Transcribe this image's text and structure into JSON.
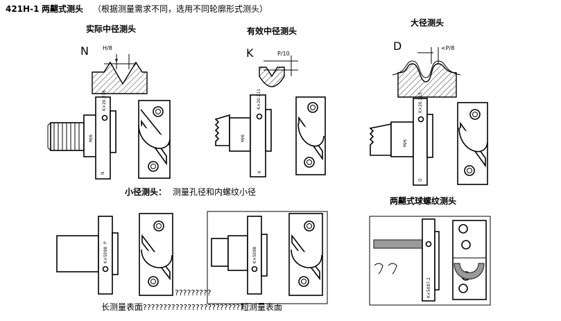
{
  "title": {
    "model": "421H-1",
    "name": "两齆式测头",
    "note": "（根据测量需求不同，选用不同轮廓形式测头）"
  },
  "sections": {
    "actual_pitch": "实际中径测头",
    "effective_pitch": "有效中径测头",
    "major": "大径测头",
    "minor_label": "小径测头：",
    "minor_desc": "测量孔径和内螺纹小径",
    "ball": "两齆式球螺纹测头"
  },
  "profiles": {
    "n_letter": "N",
    "n_dim": "H/8",
    "k_letter": "K",
    "k_dim": "P/10",
    "d_letter": "D",
    "d_dim": "<P/8"
  },
  "part_marks": {
    "n_code": "K×20.216",
    "k_code": "K×20.211",
    "d_code": "K×20.215",
    "minor_code": "K×5098",
    "minor_code2": "K×5098",
    "ball_code": "K×5097.2",
    "thread": "M/6",
    "n_letter": "N",
    "k_letter": "K",
    "d_letter": "D",
    "p_letter": "P"
  },
  "captions": {
    "qmarks": "?????????",
    "long_surface": "长测量表面",
    "mid_qmarks": "?????????????????????????",
    "short_surface": "短测量表面"
  }
}
